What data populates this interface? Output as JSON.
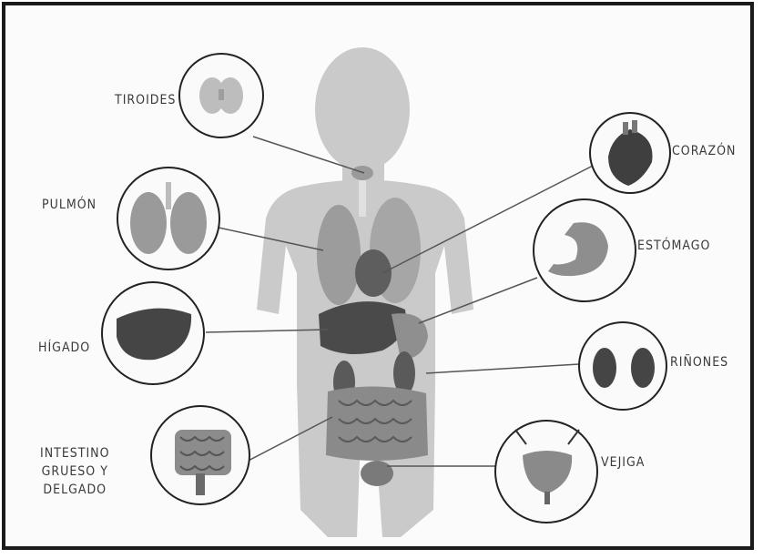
{
  "labels": {
    "tiroides": "TIROIDES",
    "corazon": "CORAZÓN",
    "pulmon": "PULMÓN",
    "estomago": "ESTÓMAGO",
    "higado": "HÍGADO",
    "rinones": "RIÑONES",
    "intestino": "INTESTINO\nGRUESO Y\nDELGADO",
    "vejiga": "VEJIGA"
  },
  "colors": {
    "silhouette": "#c9c9c9",
    "organ_dark": "#4a4a4a",
    "organ_mid": "#8a8a8a",
    "organ_light": "#b0b0b0",
    "line": "#555555",
    "border": "#1a1a1a"
  }
}
